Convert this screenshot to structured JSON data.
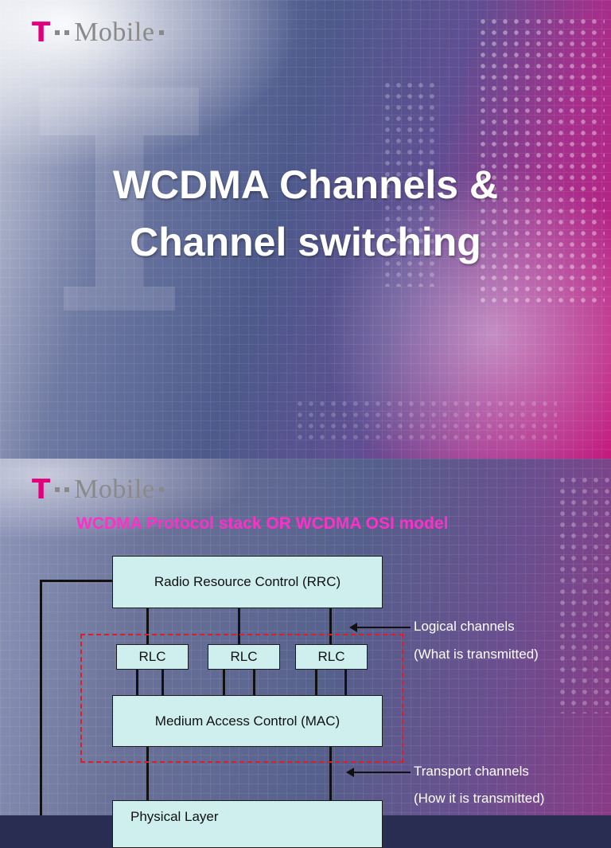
{
  "slide1": {
    "logo": {
      "t": "T",
      "word": "Mobile"
    },
    "title_line1": "WCDMA Channels &",
    "title_line2": "Channel switching"
  },
  "slide2": {
    "logo": {
      "t": "T",
      "word": "Mobile"
    },
    "subtitle": "WCDMA Protocol stack OR WCDMA OSI model",
    "rrc": "Radio Resource Control (RRC)",
    "rlc_boxes": [
      "RLC",
      "RLC",
      "RLC"
    ],
    "mac": "Medium Access Control (MAC)",
    "phy": "Physical Layer",
    "logical_channels": "Logical channels",
    "logical_channels_note": "(What is transmitted)",
    "transport_channels": "Transport channels",
    "transport_channels_note": "(How it is transmitted)"
  },
  "colors": {
    "tmobile_magenta": "#e2007a",
    "subtitle_magenta": "#ff2fc8",
    "box_fill": "#cfeeee",
    "dashed_red": "#d8202a"
  }
}
